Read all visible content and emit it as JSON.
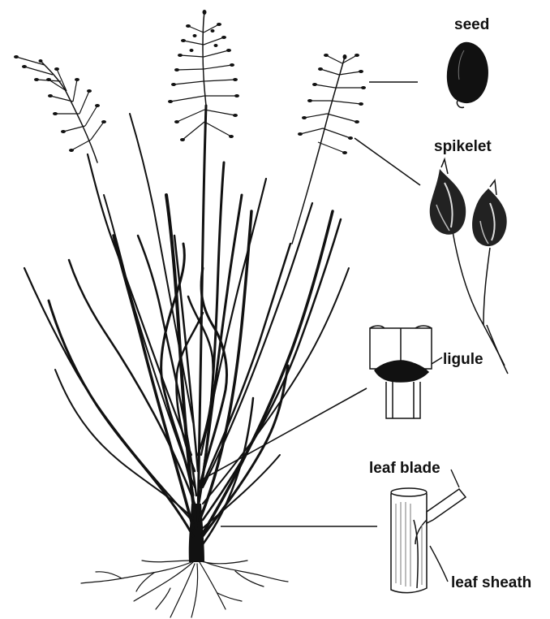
{
  "labels": {
    "seed": "seed",
    "spikelet": "spikelet",
    "ligule": "ligule",
    "leaf_blade": "leaf blade",
    "leaf_sheath": "leaf sheath"
  },
  "colors": {
    "ink": "#111111",
    "paper": "#ffffff"
  }
}
